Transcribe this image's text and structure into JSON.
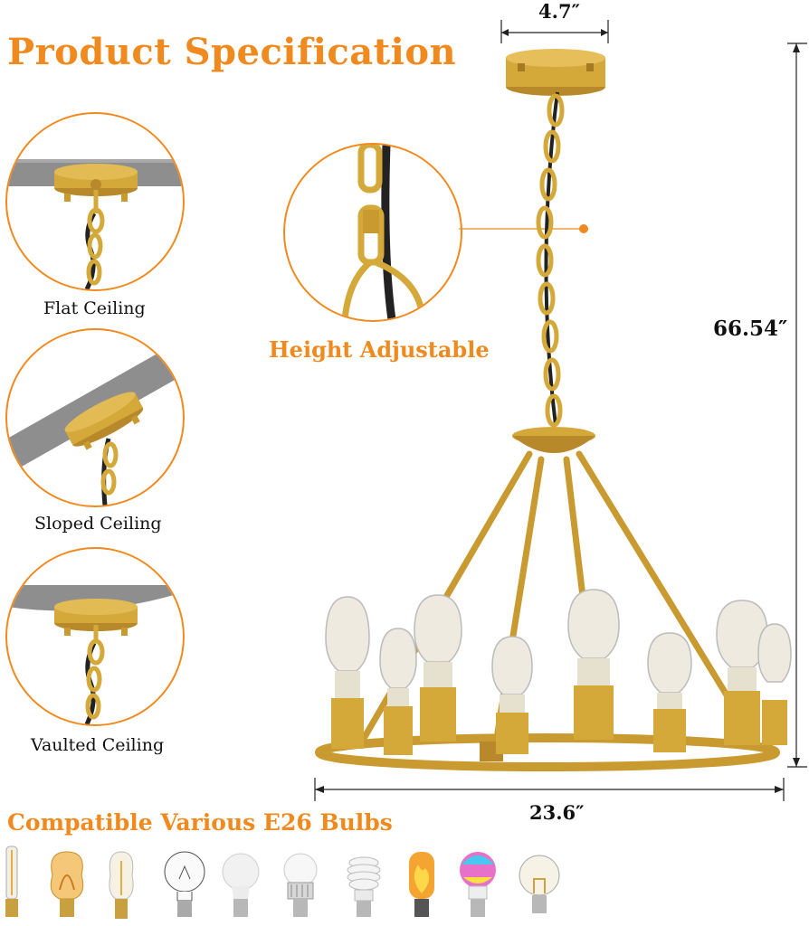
{
  "title": "Product Specification",
  "colors": {
    "accent": "#f08a1e",
    "gold": "#d4a93a",
    "ceiling_gray": "#8e8e8e"
  },
  "mounting_options": [
    {
      "label": "Flat  Ceiling",
      "icon": "flat-ceiling-canopy-icon"
    },
    {
      "label": "Sloped Ceiling",
      "icon": "sloped-ceiling-canopy-icon"
    },
    {
      "label": "Vaulted Ceiling",
      "icon": "vaulted-ceiling-canopy-icon"
    }
  ],
  "feature": {
    "label": "Height Adjustable",
    "icon": "chain-link-icon"
  },
  "dimensions": {
    "canopy_width": "4.7″",
    "height": "66.54″",
    "diameter": "23.6″"
  },
  "bulbs": {
    "heading": "Compatible Various E26 Bulbs",
    "icons": [
      "tubular-led-bulb-icon",
      "st64-vintage-bulb-icon",
      "st58-edison-bulb-icon",
      "a19-clear-bulb-icon",
      "a19-frosted-bulb-icon",
      "led-a19-bulb-icon",
      "cfl-spiral-bulb-icon",
      "flame-bulb-icon",
      "rgb-smart-bulb-icon",
      "g25-globe-bulb-icon"
    ]
  }
}
